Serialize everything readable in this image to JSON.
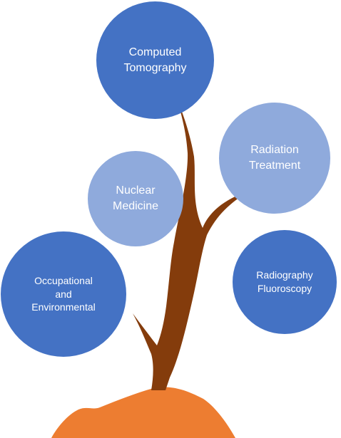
{
  "colors": {
    "circle_dark": "#4472C4",
    "circle_light": "#8FAADC",
    "trunk": "#843C0C",
    "ground": "#ED7D31",
    "text": "#FFFFFF"
  },
  "nodes": {
    "computed_tomography": {
      "line1": "Computed",
      "line2": "Tomography"
    },
    "radiation_treatment": {
      "line1": "Radiation",
      "line2": "Treatment"
    },
    "nuclear_medicine": {
      "line1": "Nuclear",
      "line2": "Medicine"
    },
    "occupational": {
      "line1": "Occupational",
      "line2": "and",
      "line3": "Environmental"
    },
    "radiography": {
      "line1": "Radiography",
      "line2": "Fluoroscopy"
    }
  }
}
